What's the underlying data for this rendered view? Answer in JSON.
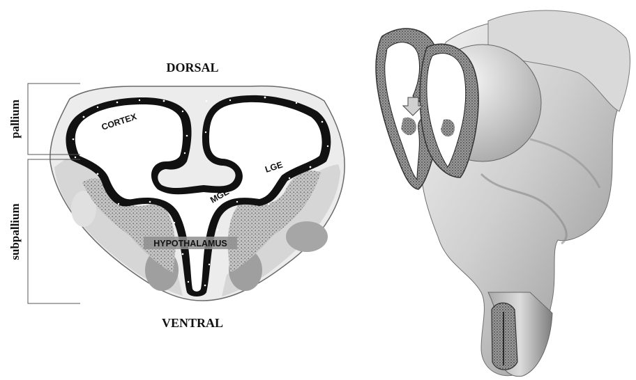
{
  "orientation": {
    "top": "DORSAL",
    "bottom": "VENTRAL"
  },
  "divisions": {
    "upper": "pallium",
    "lower": "subpallium"
  },
  "regions": {
    "cortex": "CORTEX",
    "lge": "LGE",
    "mge": "MGE",
    "hypothalamus": "HYPOTHALAMUS"
  },
  "colors": {
    "neuroepithelium": "#111111",
    "eminence_stipple": "#bdbdbd",
    "tissue_light": "#e6e6e6",
    "tissue_mid": "#a8a8a8",
    "brain_surface": "#c9c9c9"
  }
}
